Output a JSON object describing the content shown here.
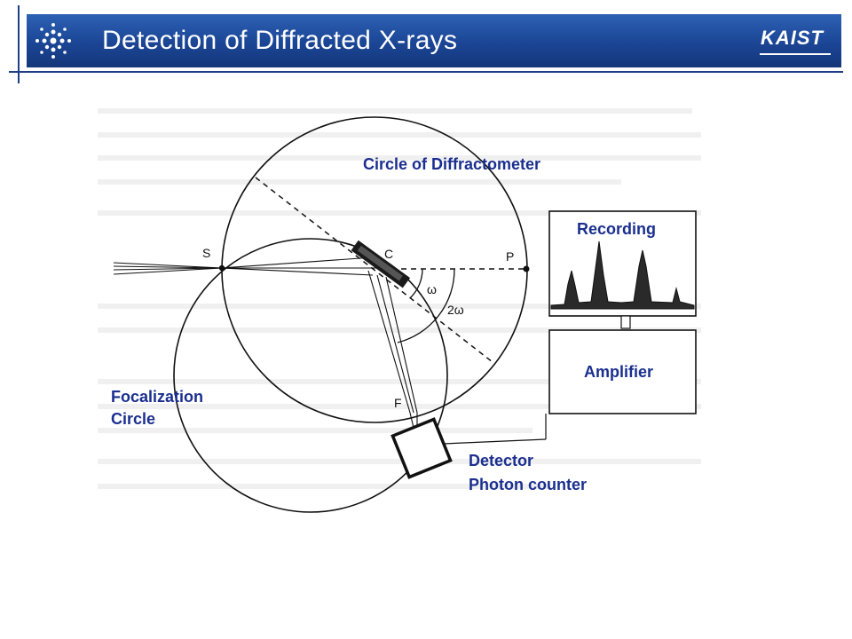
{
  "header": {
    "title": "Detection of Diffracted X-rays",
    "logo_text": "KAIST"
  },
  "colors": {
    "title_bar": "#1b4595",
    "label_blue": "#1a2f8f",
    "line": "#111111"
  },
  "icons": {
    "header_icon": "snowflake-dots-icon"
  },
  "diagram": {
    "labels": {
      "circle_diffractometer": "Circle of Diffractometer",
      "recording": "Recording",
      "amplifier": "Amplifier",
      "focalization_line1": "Focalization",
      "focalization_line2": "Circle",
      "detector_line1": "Detector",
      "detector_line2": "Photon counter"
    },
    "points": {
      "s": "S",
      "c": "C",
      "p": "P",
      "f": "F",
      "omega": "ω",
      "two_omega": "2ω"
    }
  }
}
